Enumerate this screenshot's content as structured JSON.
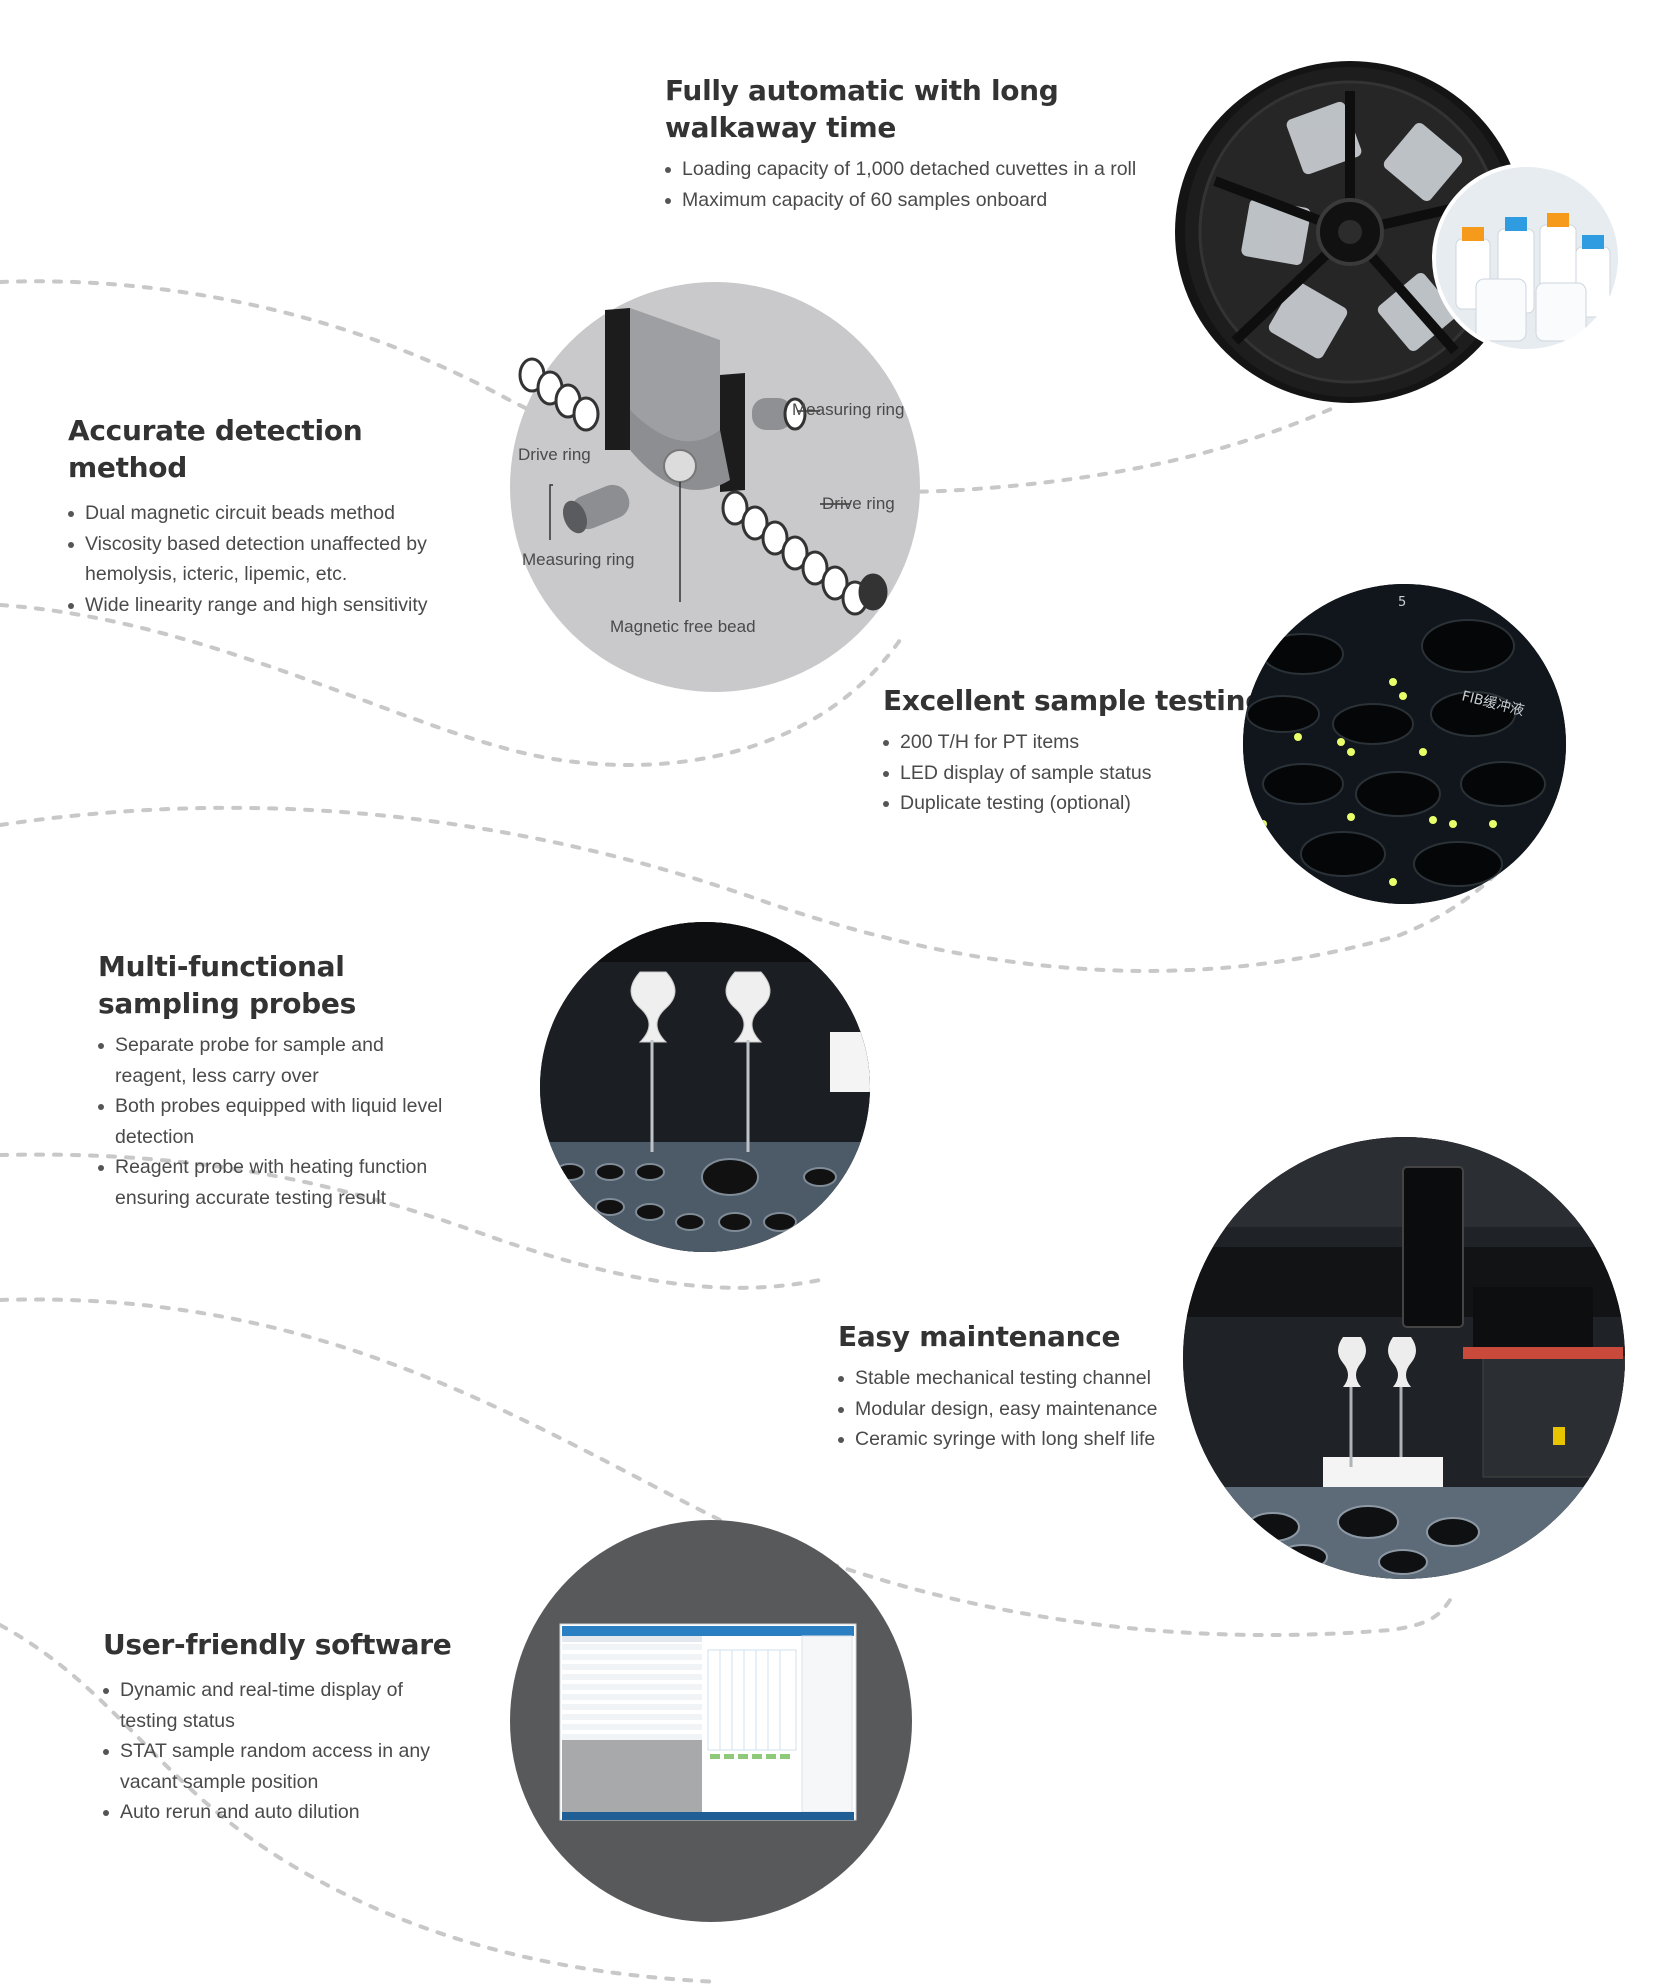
{
  "features": [
    {
      "title": "Fully automatic with long walkaway time",
      "title_lines": [
        "Fully automatic with long",
        "walkaway time"
      ],
      "bullets": [
        "Loading capacity of 1,000 detached cuvettes in a roll",
        "Maximum capacity of 60 samples onboard"
      ],
      "image_icon": "cuvette-roll-image"
    },
    {
      "title": "Accurate detection method",
      "bullets": [
        "Dual magnetic circuit beads method",
        "Viscosity based detection unaffected by hemolysis, icteric, lipemic, etc.",
        "Wide linearity range and high sensitivity"
      ],
      "diagram_labels": {
        "drive_ring_left": "Drive ring",
        "measuring_ring_top": "Measuring ring",
        "drive_ring_right": "Drive ring",
        "measuring_ring_bottom": "Measuring ring",
        "magnetic_bead": "Magnetic free bead"
      }
    },
    {
      "title": "Excellent sample testing",
      "bullets": [
        "200 T/H for PT items",
        "LED display of sample status",
        "Duplicate testing (optional)"
      ],
      "image_icon": "sample-tray-led-image",
      "tray_text": "FIB缓冲液",
      "tray_number": "5"
    },
    {
      "title": "Multi-functional sampling probes",
      "title_lines": [
        "Multi-functional",
        "sampling probes"
      ],
      "bullets": [
        "Separate probe for sample and reagent, less carry over",
        "Both probes equipped with liquid level detection",
        "Reagent probe with heating function ensuring accurate testing result"
      ],
      "image_icon": "sampling-probes-image"
    },
    {
      "title": "Easy maintenance",
      "bullets": [
        "Stable mechanical testing channel",
        "Modular design, easy maintenance",
        "Ceramic syringe with long shelf life"
      ],
      "image_icon": "mechanical-channel-image"
    },
    {
      "title": "User-friendly software",
      "bullets": [
        "Dynamic and real-time display of testing status",
        "STAT sample random access in any vacant sample position",
        "Auto rerun and auto dilution"
      ],
      "image_icon": "software-screen-image"
    }
  ],
  "colors": {
    "heading": "#333333",
    "body_text": "#4a4a4a",
    "dotted_curve": "#c8c8c8",
    "diagram_disc": "#c9c9cb",
    "dark_disc": "#58595b",
    "led_green": "#e8ff6a"
  }
}
